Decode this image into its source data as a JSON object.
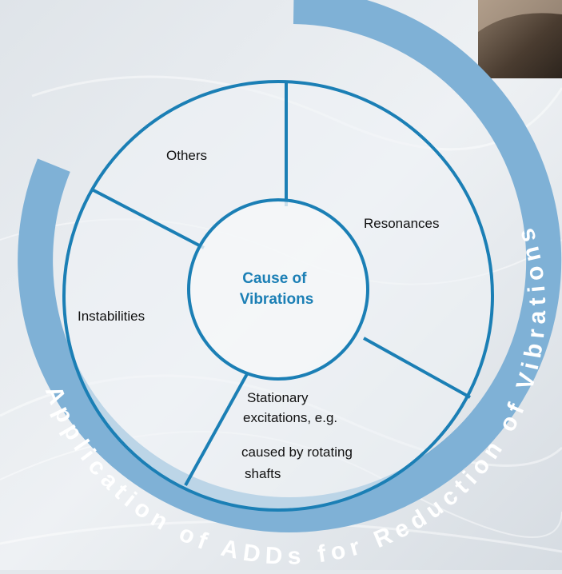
{
  "diagram": {
    "center_label": [
      "Cause of",
      "Vibrations"
    ],
    "segments": {
      "others": "Others",
      "resonances": "Resonances",
      "instabilities": "Instabilities",
      "stationary": [
        "Stationary",
        "excitations, e.g.",
        "caused by rotating",
        "shafts"
      ]
    },
    "arc_text": "Application of ADDs for Reduction of Vibrations"
  },
  "colors": {
    "accent": "#1b7fb5",
    "arc_band": "#7fb1d6",
    "arc_text": "#ffffff",
    "label_text": "#111111",
    "background": "#e4e8ec"
  }
}
